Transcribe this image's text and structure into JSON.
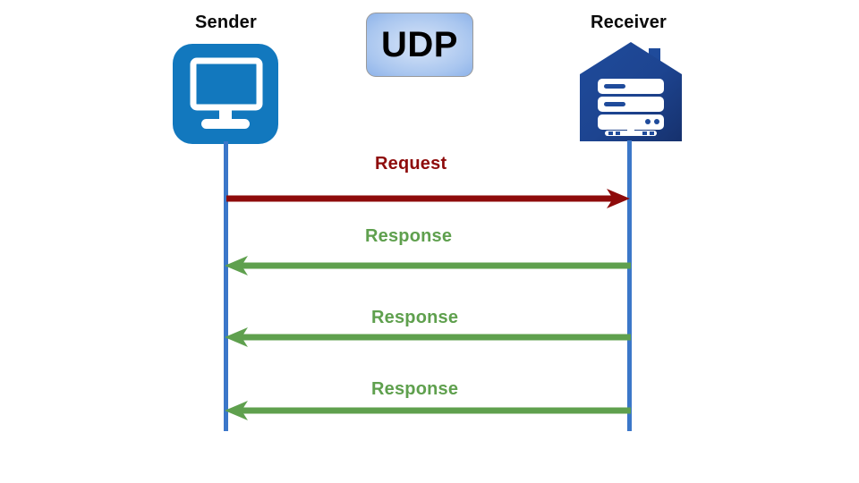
{
  "diagram": {
    "title_protocol": "UDP",
    "background_color": "#ffffff",
    "nodes": [
      {
        "id": "sender",
        "label": "Sender",
        "icon": "desktop-monitor-icon",
        "color": "#1278be"
      },
      {
        "id": "receiver",
        "label": "Receiver",
        "icon": "server-house-icon",
        "color": "#1f4b9b"
      }
    ],
    "protocol_badge": {
      "text": "UDP",
      "text_color": "#000000",
      "fill_start": "#cfe0f7",
      "fill_end": "#86ade8",
      "border_color": "#9a9a9a"
    },
    "lifeline_color": "#3b77c9",
    "messages": [
      {
        "id": "request",
        "label": "Request",
        "direction": "sender-to-receiver",
        "color": "#8e0b0b",
        "arrow_style": "stealth"
      },
      {
        "id": "response-1",
        "label": "Response",
        "direction": "receiver-to-sender",
        "color": "#5fa04e",
        "arrow_style": "stealth"
      },
      {
        "id": "response-2",
        "label": "Response",
        "direction": "receiver-to-sender",
        "color": "#5fa04e",
        "arrow_style": "stealth"
      },
      {
        "id": "response-3",
        "label": "Response",
        "direction": "receiver-to-sender",
        "color": "#5fa04e",
        "arrow_style": "stealth"
      }
    ]
  }
}
